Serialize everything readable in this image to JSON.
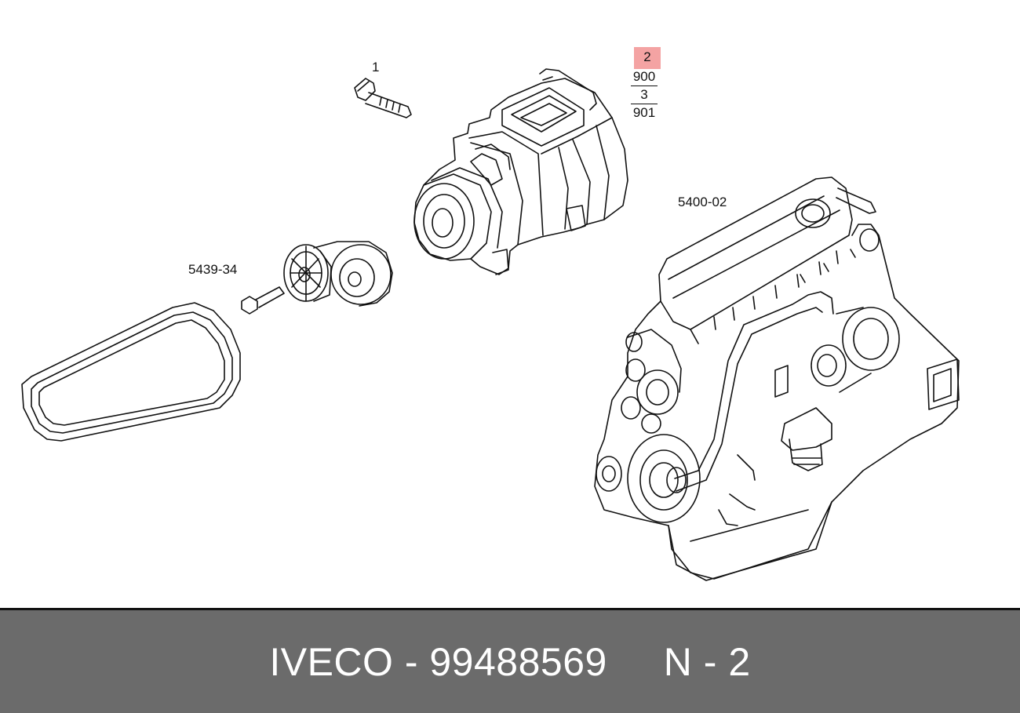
{
  "labels": {
    "bolt_callout": "1",
    "engine_callout": "5400-02",
    "tensioner_callout": "5439-34"
  },
  "reference_stack": {
    "item_top": "2",
    "code_top": "900",
    "item_bottom": "3",
    "code_bottom": "901"
  },
  "footer": {
    "text": "IVECO - 99488569     N - 2"
  },
  "colors": {
    "highlight": "#f4a3a3",
    "footer_bg": "#6b6b6b",
    "line": "#111111"
  }
}
